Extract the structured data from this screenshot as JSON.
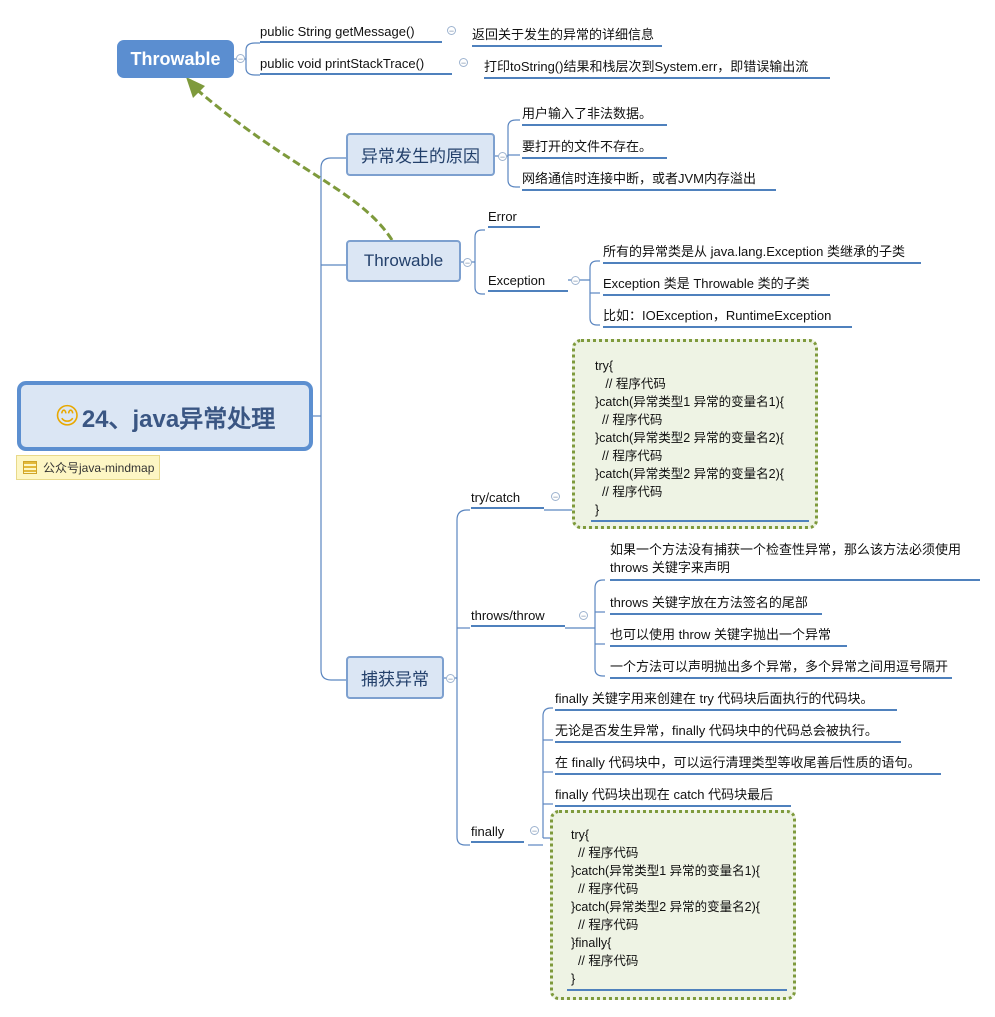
{
  "root": {
    "emoji": "😊",
    "title": "24、java异常处理",
    "tag": "公众号java-mindmap"
  },
  "throwable_top": {
    "label": "Throwable",
    "methods": [
      {
        "name": "public String getMessage()",
        "desc": "返回关于发生的异常的详细信息"
      },
      {
        "name": "public void printStackTrace()",
        "desc": "打印toString()结果和栈层次到System.err，即错误输出流"
      }
    ]
  },
  "causes": {
    "label": "异常发生的原因",
    "items": [
      "用户输入了非法数据。",
      "要打开的文件不存在。",
      "网络通信时连接中断，或者JVM内存溢出"
    ]
  },
  "throwable": {
    "label": "Throwable",
    "error": "Error",
    "exception": {
      "label": "Exception",
      "items": [
        "所有的异常类是从 java.lang.Exception 类继承的子类",
        "Exception 类是 Throwable 类的子类",
        "比如：IOException，RuntimeException"
      ]
    }
  },
  "catching": {
    "label": "捕获异常",
    "trycatch": {
      "label": "try/catch",
      "code": "try{\n   // 程序代码\n}catch(异常类型1 异常的变量名1){\n  // 程序代码\n}catch(异常类型2 异常的变量名2){\n  // 程序代码\n}catch(异常类型2 异常的变量名2){\n  // 程序代码\n}"
    },
    "throws": {
      "label": "throws/throw",
      "items": [
        "如果一个方法没有捕获一个检查性异常，那么该方法必须使用",
        "throws 关键字来声明",
        "throws 关键字放在方法签名的尾部",
        "也可以使用 throw 关键字抛出一个异常",
        "一个方法可以声明抛出多个异常，多个异常之间用逗号隔开"
      ]
    },
    "finally": {
      "label": "finally",
      "items": [
        "finally 关键字用来创建在 try 代码块后面执行的代码块。",
        "无论是否发生异常，finally 代码块中的代码总会被执行。",
        "在 finally 代码块中，可以运行清理类型等收尾善后性质的语句。",
        "finally 代码块出现在 catch 代码块最后"
      ],
      "code": "try{\n  // 程序代码\n}catch(异常类型1 异常的变量名1){\n  // 程序代码\n}catch(异常类型2 异常的变量名2){\n  // 程序代码\n}finally{\n  // 程序代码\n}"
    }
  },
  "colors": {
    "accent": "#5b8ed0",
    "line": "#4f81bd",
    "relation": "#7e9a3c"
  },
  "icons": {
    "toggle": "minus-circle-icon",
    "tag": "note-icon",
    "relation_arrow": "arrow-icon"
  }
}
